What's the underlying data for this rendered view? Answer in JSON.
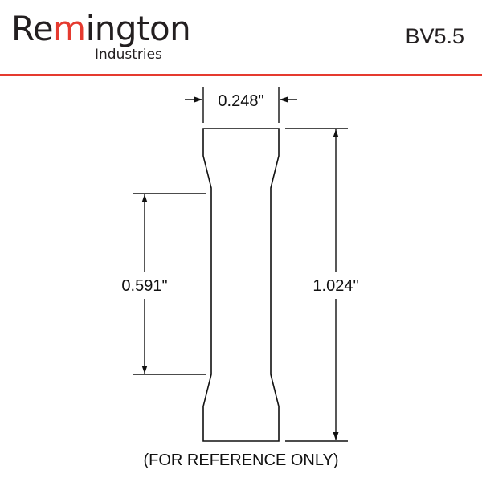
{
  "header": {
    "logo_prefix": "Re",
    "logo_accent": "m",
    "logo_suffix": "ington",
    "logo_sub": "Industries",
    "part_number": "BV5.5"
  },
  "dimensions": {
    "width": "0.248\"",
    "barrel_length": "0.591\"",
    "overall_length": "1.024\""
  },
  "footer": {
    "note": "(FOR REFERENCE ONLY)"
  },
  "colors": {
    "accent": "#e53a2f",
    "text": "#231f20"
  }
}
